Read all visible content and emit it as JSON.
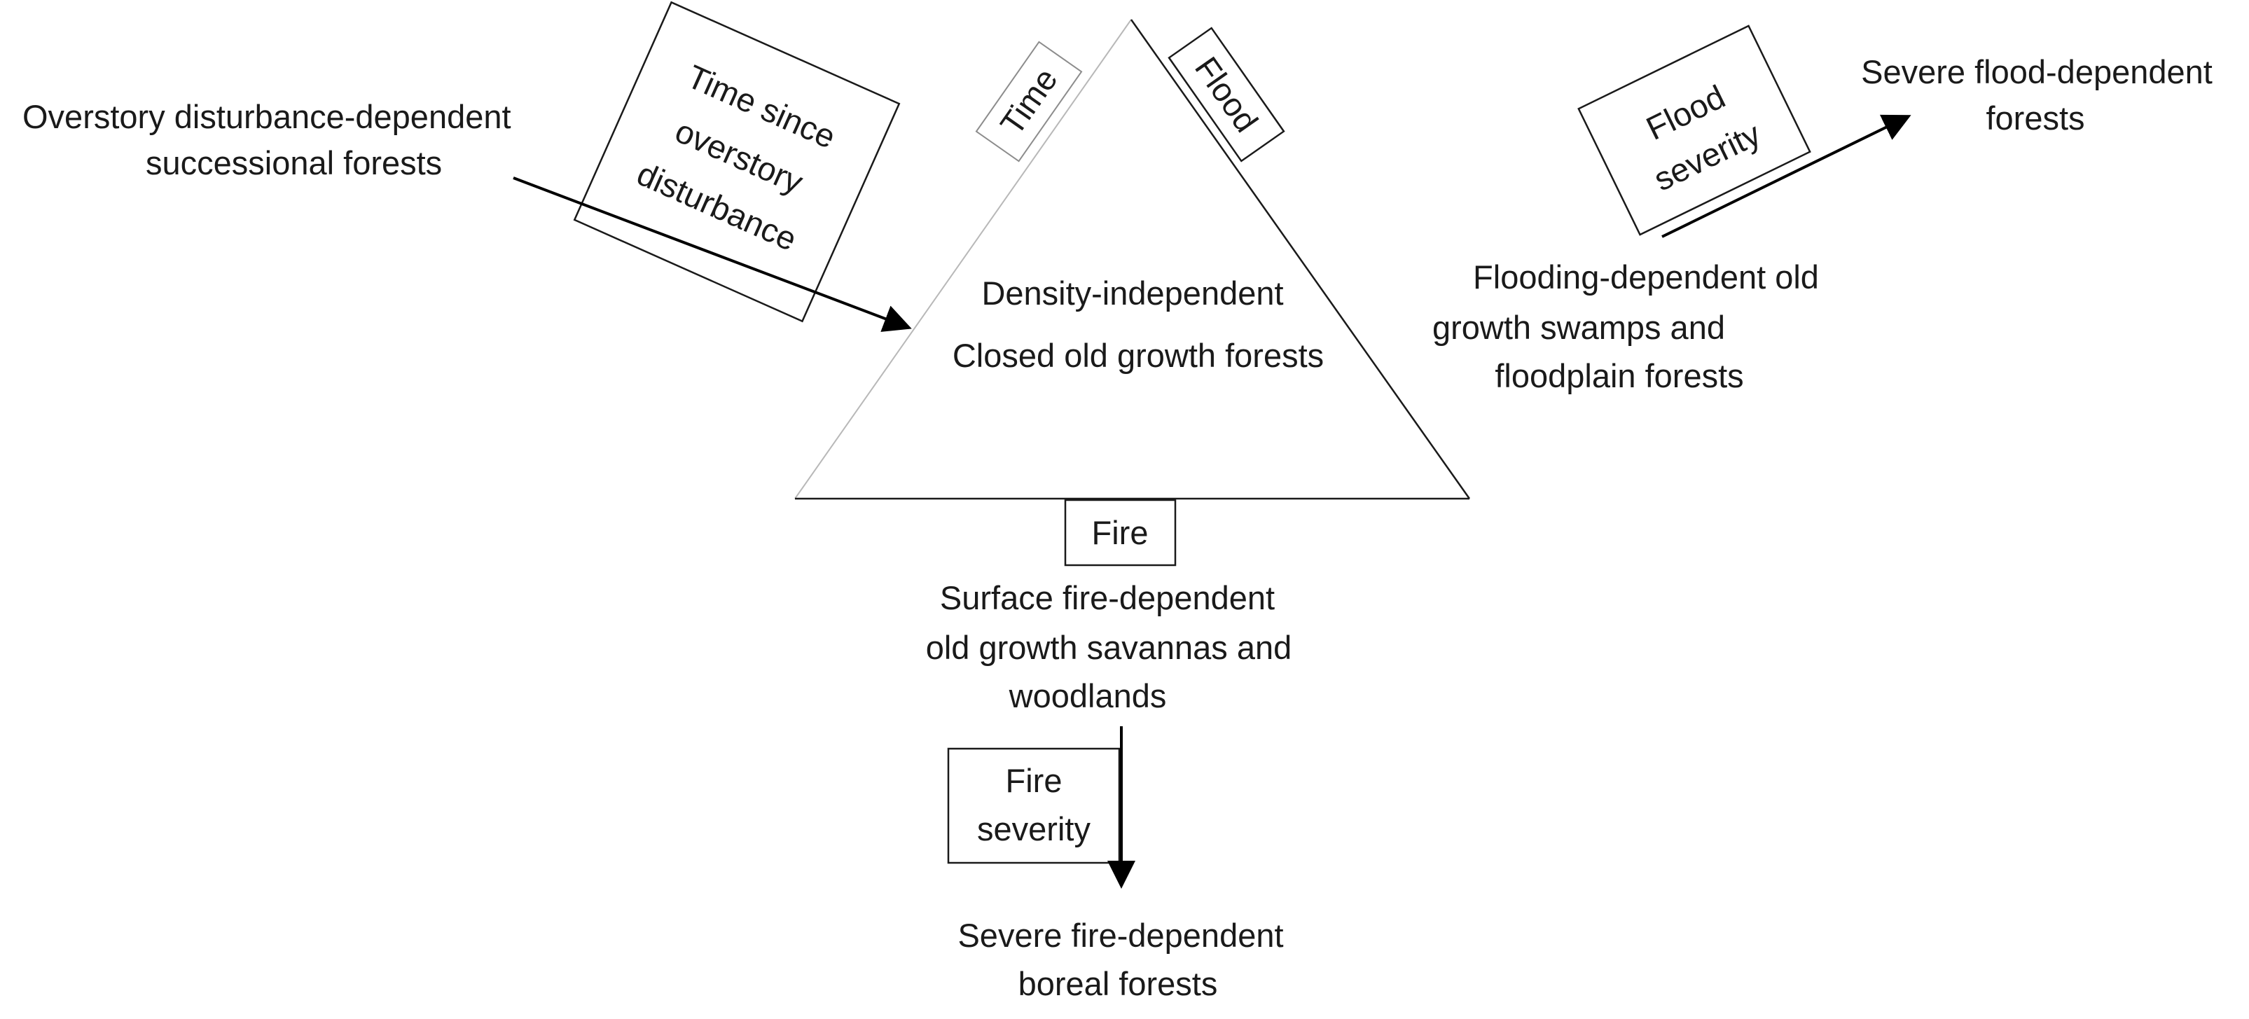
{
  "diagram": {
    "center": {
      "line1": "Density-independent",
      "line2": "Closed old growth forests"
    },
    "vertex_labels": {
      "time": "Time",
      "flood": "Flood",
      "fire": "Fire"
    },
    "left_gradient": {
      "origin_line1": "Overstory disturbance-dependent",
      "origin_line2": "successional forests",
      "label_line1": "Time since",
      "label_line2": "overstory",
      "label_line3": "disturbance"
    },
    "right_gradient": {
      "origin_line1": "Flooding-dependent old",
      "origin_line2": "growth swamps and",
      "origin_line3": "floodplain forests",
      "label_line1": "Flood",
      "label_line2": "severity",
      "end_line1": "Severe flood-dependent",
      "end_line2": "forests"
    },
    "bottom_gradient": {
      "origin_line1": "Surface fire-dependent",
      "origin_line2": "old growth savannas and",
      "origin_line3": "woodlands",
      "label_line1": "Fire",
      "label_line2": "severity",
      "end_line1": "Severe fire-dependent",
      "end_line2": "boreal forests"
    }
  }
}
